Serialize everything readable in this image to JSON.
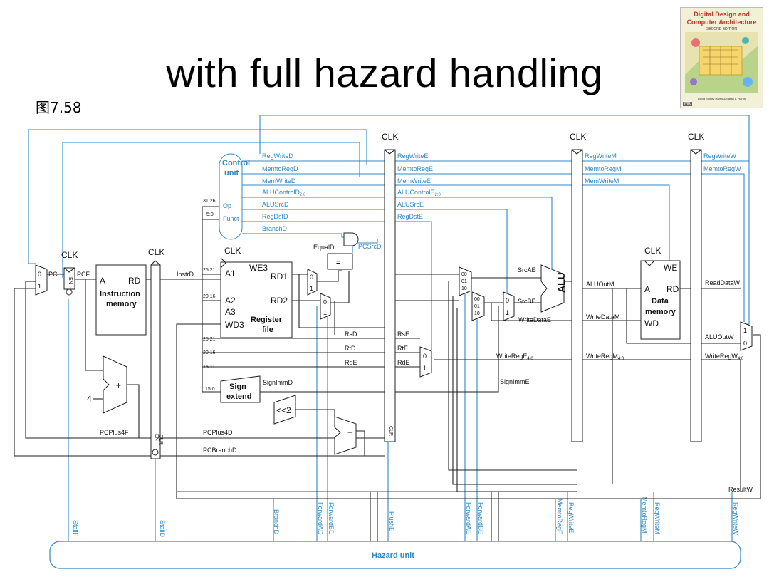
{
  "slide": {
    "title": "with full hazard handling",
    "figure_no": "图7.58"
  },
  "book": {
    "title": "Digital Design and Computer Architecture",
    "edition": "SECOND EDITION",
    "authors": "David Money Harris & Sarah L. Harris",
    "publisher": "MK"
  },
  "diagram": {
    "clk": "CLK",
    "control_unit": [
      "Control",
      "unit"
    ],
    "op": "Op",
    "funct": "Funct",
    "bits_31_26": "31:26",
    "bits_5_0": "5:0",
    "bits_25_21": "25:21",
    "bits_20_16": "20:16",
    "bits_15_11": "15:11",
    "bits_15_0": "15:0",
    "control_d": [
      "RegWriteD",
      "MemtoRegD",
      "MemWriteD",
      "ALUControlD",
      "ALUSrcD",
      "RegDstD",
      "BranchD"
    ],
    "control_e": [
      "RegWriteE",
      "MemtoRegE",
      "MemWriteE",
      "ALUControlE",
      "ALUSrcE",
      "RegDstE"
    ],
    "control_m": [
      "RegWriteM",
      "MemtoRegM",
      "MemWriteM"
    ],
    "control_w": [
      "RegWriteW",
      "MemtoRegW"
    ],
    "sub_2_0": "2:0",
    "sub_4_0": "4:0",
    "pcsrcd": "PCSrcD",
    "equald": "EqualD",
    "eq": "=",
    "pc_prime": "PC'",
    "pcf": "PCF",
    "en": "EN",
    "clr": "CLR",
    "imem": {
      "a": "A",
      "rd": "RD",
      "name": [
        "Instruction",
        "memory"
      ]
    },
    "instrd": "InstrD",
    "regfile": {
      "a1": "A1",
      "a2": "A2",
      "a3": "A3",
      "wd3": "WD3",
      "we3": "WE3",
      "rd1": "RD1",
      "rd2": "RD2",
      "name": [
        "Register",
        "file"
      ]
    },
    "sign_extend": [
      "Sign",
      "extend"
    ],
    "signimmd": "SignImmD",
    "signimme": "SignImmE",
    "shift": "<<2",
    "four": "4",
    "plus": "+",
    "pcplus4f": "PCPlus4F",
    "pcplus4d": "PCPlus4D",
    "pcbranchd": "PCBranchD",
    "rsd": "RsD",
    "rtd": "RtD",
    "rde": "RdE",
    "rse": "RsE",
    "rte": "RtE",
    "rde2": "RdE",
    "srcae": "SrcAE",
    "srcbe": "SrcBE",
    "writedatae": "WriteDataE",
    "alu": "ALU",
    "aluoutm": "ALUOutM",
    "writedatam": "WriteDataM",
    "writerege": "WriteRegE",
    "writeregm": "WriteRegM",
    "writeregw": "WriteRegW",
    "dmem": {
      "we": "WE",
      "a": "A",
      "rd": "RD",
      "wd": "WD",
      "name": [
        "Data",
        "memory"
      ]
    },
    "readdataw": "ReadDataW",
    "aluoutw": "ALUOutW",
    "resultw": "ResultW",
    "mux": {
      "zero": "0",
      "one": "1",
      "m00": "00",
      "m01": "01",
      "m10": "10"
    },
    "hazard_signals": [
      "StallF",
      "StallD",
      "BranchD",
      "ForwardAD",
      "ForwardBD",
      "FlushE",
      "ForwardAE",
      "ForwardBE",
      "MemtoRegE",
      "RegWriteE",
      "MemtoRegM",
      "RegWriteM",
      "RegWriteW"
    ],
    "hazard_unit": "Hazard unit"
  },
  "colors": {
    "signal_blue": "#2e88c6",
    "wire_black": "#222222"
  }
}
